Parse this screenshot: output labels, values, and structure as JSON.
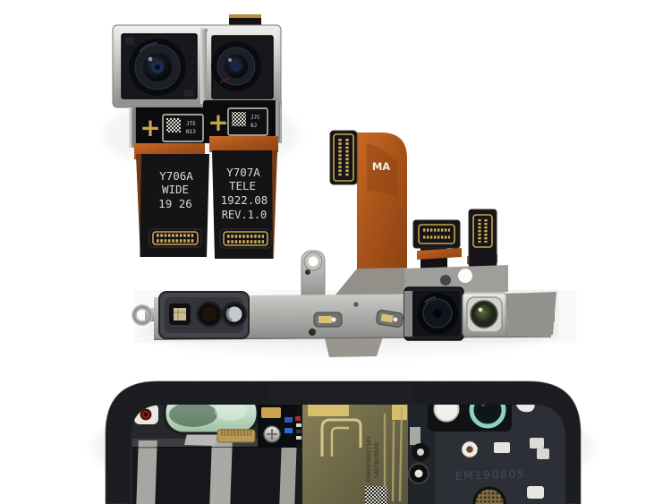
{
  "scene": {
    "subject": "smartphone camera modules teardown photo",
    "background_color": "#ffffff"
  },
  "labels": {
    "wide_flex": {
      "l1": "Y706A",
      "l2": "WIDE",
      "l3": "19 26"
    },
    "tele_flex": {
      "l1": "Y707A",
      "l2": "TELE",
      "l3": "1922.08",
      "l4": "REV.1.0"
    },
    "ma_flex": "MA",
    "chassis_marking": "EM190805",
    "wide_label": {
      "l1": "JTE",
      "l2": "N13"
    },
    "tele_label": {
      "l1": "J7C",
      "l2": "8J"
    },
    "shield_serial_line1": "DG86A30017101",
    "shield_serial_line2": "5A97N1002B",
    "fiducial_plus": "+"
  },
  "colors": {
    "kapton_orange": "#b45a1d",
    "connector_gold": "#c9a44a",
    "metal_silver": "#b9b9b5",
    "chassis_black": "#17181b",
    "camera_ring_teal": "#8ed2c6",
    "window_mint": "#cfe6d5",
    "flex_black": "#141416",
    "label_white": "#d8d8d2"
  }
}
